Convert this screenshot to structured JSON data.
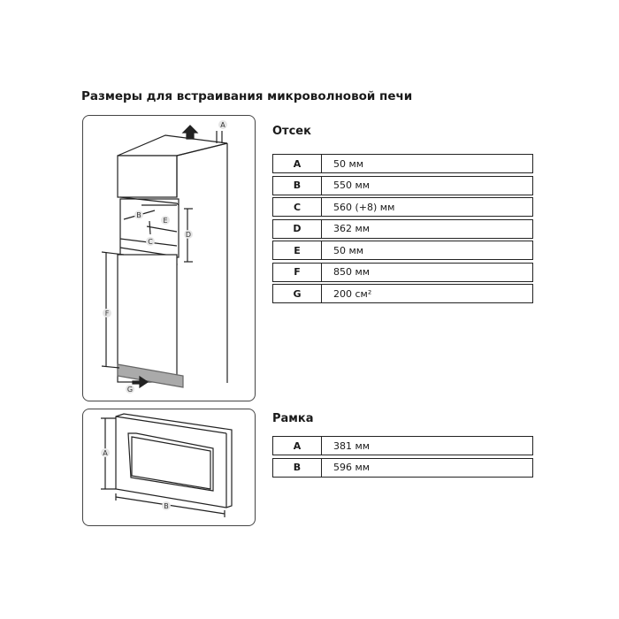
{
  "title": "Размеры для встраивания микроволновой печи",
  "compartment": {
    "heading": "Отсек",
    "rows": [
      {
        "key": "A",
        "value": "50 мм"
      },
      {
        "key": "B",
        "value": "550 мм"
      },
      {
        "key": "C",
        "value": "560 (+8) мм"
      },
      {
        "key": "D",
        "value": "362 мм"
      },
      {
        "key": "E",
        "value": "50 мм"
      },
      {
        "key": "F",
        "value": "850 мм"
      },
      {
        "key": "G",
        "value": "200 см²"
      }
    ]
  },
  "frame": {
    "heading": "Рамка",
    "rows": [
      {
        "key": "A",
        "value": "381 мм"
      },
      {
        "key": "B",
        "value": "596 мм"
      }
    ]
  },
  "diagram_labels": {
    "cabinet": [
      "A",
      "B",
      "C",
      "D",
      "E",
      "F",
      "G"
    ],
    "frame": [
      "A",
      "B"
    ]
  }
}
